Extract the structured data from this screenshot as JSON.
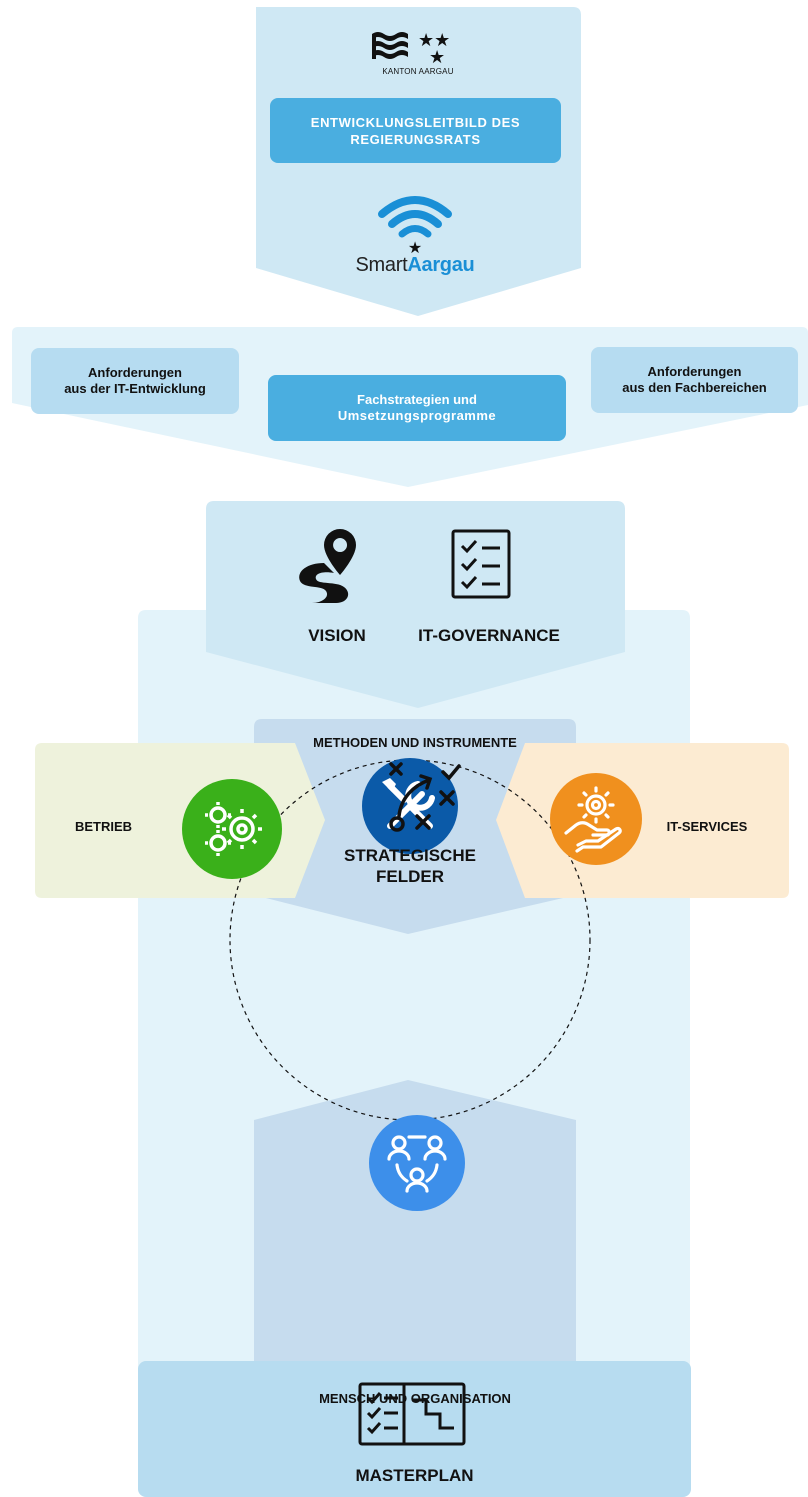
{
  "header": {
    "canton_logo_text": "KANTON AARGAU",
    "vision_button_line1": "ENTWICKLUNGSLEITBILD DES",
    "vision_button_line2": "REGIERUNGSRATS",
    "smart_logo_part1": "Smart",
    "smart_logo_part2": "Aargau"
  },
  "inputs": {
    "left_line1": "Anforderungen",
    "left_line2": "aus der IT-Entwicklung",
    "center_line1": "Fachstrategien und",
    "center_line2": "Umsetzungsprogramme",
    "right_line1": "Anforderungen",
    "right_line2": "aus den Fachbereichen"
  },
  "principles": {
    "vision_label": "VISION",
    "governance_label": "IT-GOVERNANCE"
  },
  "fields": {
    "top_label": "METHODEN UND INSTRUMENTE",
    "left_label": "BETRIEB",
    "right_label": "IT-SERVICES",
    "bottom_label": "MENSCH UND ORGANISATION",
    "center_line1": "STRATEGISCHE",
    "center_line2": "FELDER"
  },
  "footer": {
    "masterplan_label": "MASTERPLAN"
  },
  "colors": {
    "light_blue": "#cfe8f4",
    "lighter_blue": "#e3f3fa",
    "accent_blue": "#4aaee0",
    "methods_bg": "#c6dcee",
    "methods_icon": "#0b5aa8",
    "betrieb_bg": "#eef2dc",
    "betrieb_icon": "#3ab01a",
    "services_bg": "#fcebd2",
    "services_icon": "#f0901e",
    "people_icon": "#3d8fea",
    "masterplan_bg": "#b7dcf0"
  }
}
